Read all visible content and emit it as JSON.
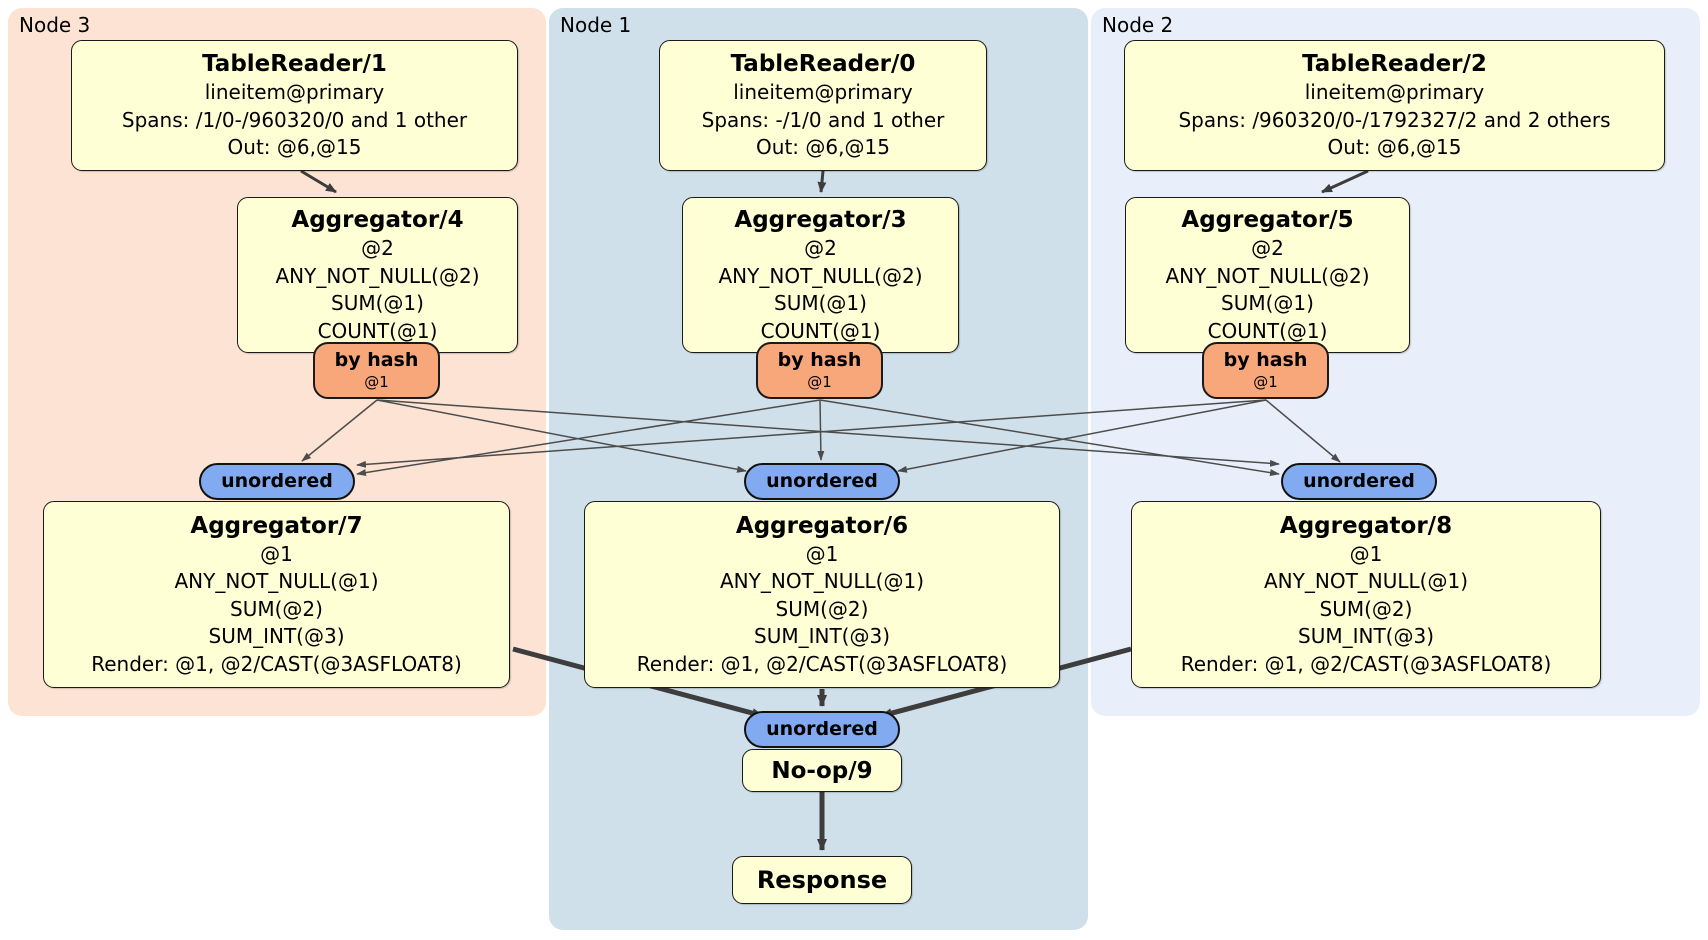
{
  "regions": {
    "node3": {
      "label": "Node 3"
    },
    "node1": {
      "label": "Node 1"
    },
    "node2": {
      "label": "Node 2"
    }
  },
  "nodes": {
    "tr1": {
      "title": "TableReader/1",
      "lines": [
        "lineitem@primary",
        "Spans: /1/0-/960320/0 and 1 other",
        "Out: @6,@15"
      ]
    },
    "tr0": {
      "title": "TableReader/0",
      "lines": [
        "lineitem@primary",
        "Spans: -/1/0 and 1 other",
        "Out: @6,@15"
      ]
    },
    "tr2": {
      "title": "TableReader/2",
      "lines": [
        "lineitem@primary",
        "Spans: /960320/0-/1792327/2 and 2 others",
        "Out: @6,@15"
      ]
    },
    "agg4": {
      "title": "Aggregator/4",
      "lines": [
        "@2",
        "ANY_NOT_NULL(@2)",
        "SUM(@1)",
        "COUNT(@1)"
      ]
    },
    "agg3": {
      "title": "Aggregator/3",
      "lines": [
        "@2",
        "ANY_NOT_NULL(@2)",
        "SUM(@1)",
        "COUNT(@1)"
      ]
    },
    "agg5": {
      "title": "Aggregator/5",
      "lines": [
        "@2",
        "ANY_NOT_NULL(@2)",
        "SUM(@1)",
        "COUNT(@1)"
      ]
    },
    "agg7": {
      "title": "Aggregator/7",
      "lines": [
        "@1",
        "ANY_NOT_NULL(@1)",
        "SUM(@2)",
        "SUM_INT(@3)",
        "Render: @1, @2/CAST(@3ASFLOAT8)"
      ]
    },
    "agg6": {
      "title": "Aggregator/6",
      "lines": [
        "@1",
        "ANY_NOT_NULL(@1)",
        "SUM(@2)",
        "SUM_INT(@3)",
        "Render: @1, @2/CAST(@3ASFLOAT8)"
      ]
    },
    "agg8": {
      "title": "Aggregator/8",
      "lines": [
        "@1",
        "ANY_NOT_NULL(@1)",
        "SUM(@2)",
        "SUM_INT(@3)",
        "Render: @1, @2/CAST(@3ASFLOAT8)"
      ]
    },
    "noop": {
      "title": "No-op/9"
    },
    "response": {
      "title": "Response"
    }
  },
  "badges": {
    "by_hash": {
      "label": "by hash",
      "sub": "@1"
    },
    "unordered": "unordered"
  },
  "colors": {
    "region_node3": "#fce3d3",
    "region_node1": "#d0e0ea",
    "region_node2": "#e9effa",
    "node_fill": "#ffffd6",
    "by_hash_fill": "#f8a77a",
    "unordered_fill": "#82aaf0",
    "edge": "#3d3d3d"
  }
}
